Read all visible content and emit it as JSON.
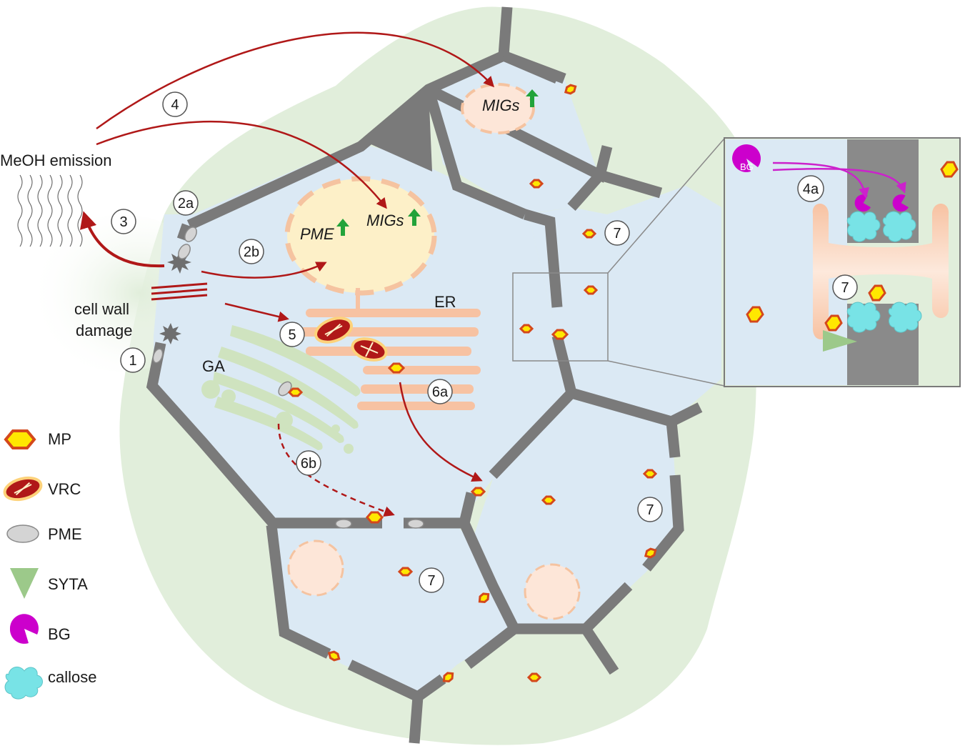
{
  "labels": {
    "meoh_emission": "MeOH emission",
    "cell_wall_damage_line1": "cell wall",
    "cell_wall_damage_line2": "damage",
    "ga": "GA",
    "er": "ER",
    "pme_nucleus": "PME",
    "migs_nucleus": "MIGs",
    "migs_top": "MIGs",
    "inset_bg": "BG"
  },
  "steps": {
    "s1": "1",
    "s2a": "2a",
    "s2b": "2b",
    "s3": "3",
    "s4": "4",
    "s4a": "4a",
    "s5": "5",
    "s6a": "6a",
    "s6b": "6b",
    "s7_right_top": "7",
    "s7_right": "7",
    "s7_bottom": "7",
    "s7_inset": "7"
  },
  "legend": [
    {
      "label": "MP",
      "icon": "hexagon-icon"
    },
    {
      "label": "VRC",
      "icon": "vrc-icon"
    },
    {
      "label": "PME",
      "icon": "ellipse-icon"
    },
    {
      "label": "SYTA",
      "icon": "triangle-icon"
    },
    {
      "label": "BG",
      "icon": "pacman-icon"
    },
    {
      "label": "callose",
      "icon": "cloud-icon"
    }
  ],
  "colors": {
    "cytoplasm": "#dbe9f4",
    "apoplast": "#e1eedb",
    "wall": "#7a7a7a",
    "mp_fill": "#ffe800",
    "mp_stroke": "#d4481b",
    "vrc": "#b01818",
    "arrow_red": "#b01818",
    "arrow_magenta": "#cc22cc",
    "er": "#f7c2a2",
    "ga": "#cfe3bf",
    "callose": "#78e3e6",
    "bg": "#cc00cc",
    "syta": "#9cc98a",
    "upregulation_arrow": "#22a33a"
  }
}
